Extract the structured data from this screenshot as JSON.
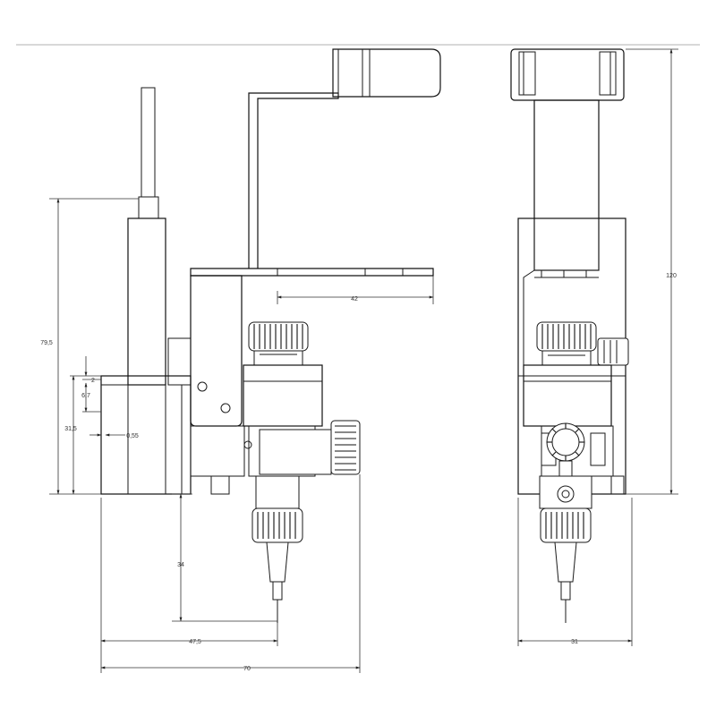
{
  "dimensions": {
    "bracket_offset": "42",
    "total_height": "79,5",
    "sensor_height": "31,5",
    "small_gap": "2",
    "sensor_offset": "6,7",
    "wall_thickness": "0,55",
    "needle_drop": "34",
    "needle_reach": "47,5",
    "total_width": "70",
    "side_total_height": "120",
    "side_width": "31"
  }
}
